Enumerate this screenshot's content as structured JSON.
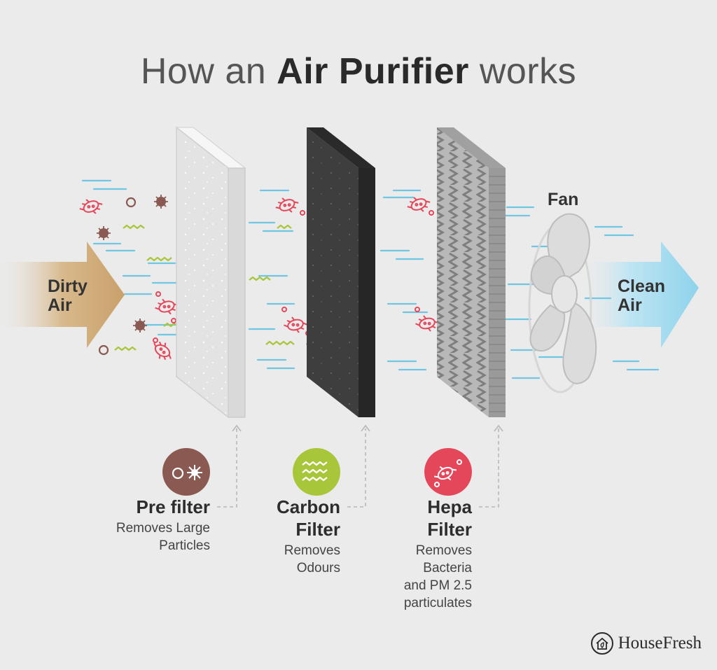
{
  "title": {
    "prefix": "How an",
    "bold": "Air Purifier",
    "suffix": "works"
  },
  "dirty_air": {
    "line1": "Dirty",
    "line2": "Air"
  },
  "clean_air": {
    "line1": "Clean",
    "line2": "Air"
  },
  "fan_label": "Fan",
  "filters": {
    "pre": {
      "title": [
        "Pre filter"
      ],
      "desc": [
        "Removes Large",
        "Particles"
      ],
      "icon": "particle-icon",
      "color": "#8a5a52"
    },
    "carbon": {
      "title": [
        "Carbon",
        "Filter"
      ],
      "desc": [
        "Removes",
        "Odours"
      ],
      "icon": "odour-wave-icon",
      "color": "#a8c639"
    },
    "hepa": {
      "title": [
        "Hepa",
        "Filter"
      ],
      "desc": [
        "Removes",
        "Bacteria",
        "and PM 2.5",
        "particulates"
      ],
      "icon": "bacteria-icon",
      "color": "#e5475a"
    }
  },
  "brand": {
    "name": "HouseFresh",
    "icon": "house-leaf-logo"
  },
  "colors": {
    "background": "#ebebeb",
    "dirty_arrow": "#c9a06a",
    "clean_arrow": "#8fd3ec",
    "air_lines": "#6fc7e2",
    "bacteria": "#e5475a",
    "particle": "#8a5a52",
    "odour": "#a8c639"
  }
}
